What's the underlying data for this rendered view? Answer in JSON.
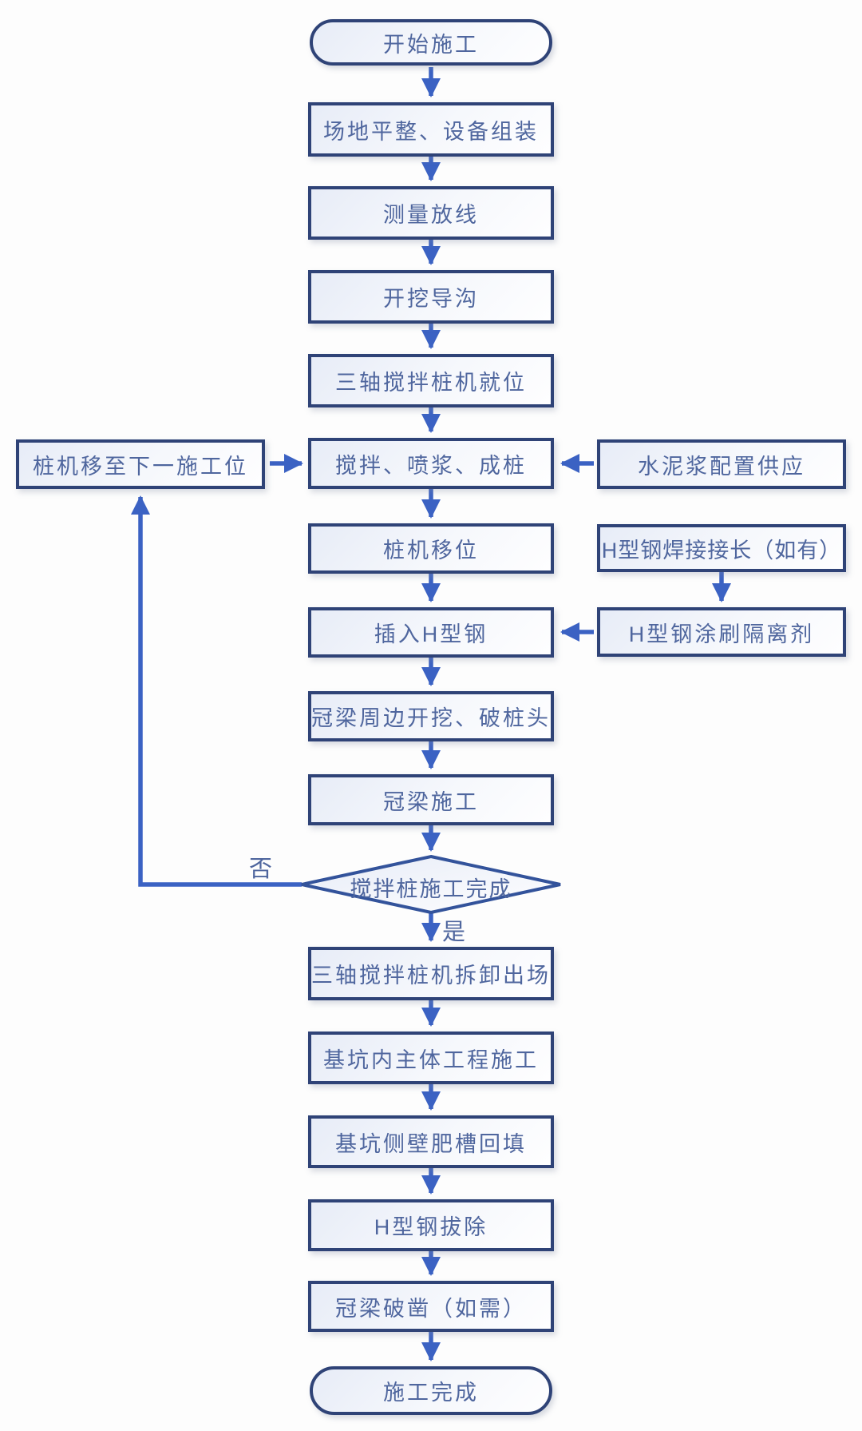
{
  "diagram": {
    "title": "SMW mixing pile construction flowchart",
    "colors": {
      "box_border": "#2f4377",
      "box_fill_top": "#e7ecf7",
      "box_fill_bottom": "#fefeff",
      "text": "#4f669e",
      "arrow": "#3b62c3",
      "diamond_border": "#33539b",
      "background": "#fdfdfd"
    },
    "nodes": {
      "start": "开始施工",
      "site_preparation": "场地平整、设备组装",
      "survey_layout": "测量放线",
      "guide_trench": "开挖导沟",
      "rig_in_place": "三轴搅拌桩机就位",
      "mixing_grouting": "搅拌、喷浆、成桩",
      "rig_shift": "桩机移位",
      "insert_h_steel": "插入H型钢",
      "crown_excavation": "冠梁周边开挖、破桩头",
      "crown_construction": "冠梁施工",
      "decision": "搅拌桩施工完成",
      "rig_removal": "三轴搅拌桩机拆卸出场",
      "main_works": "基坑内主体工程施工",
      "backfill": "基坑侧壁肥槽回填",
      "h_steel_removal": "H型钢拔除",
      "crown_breaking": "冠梁破凿（如需）",
      "finish": "施工完成",
      "next_position": "桩机移至下一施工位",
      "cement_slurry": "水泥浆配置供应",
      "h_steel_welding": "H型钢焊接接长（如有）",
      "h_steel_coating": "H型钢涂刷隔离剂"
    },
    "edge_labels": {
      "no": "否",
      "yes": "是"
    }
  }
}
